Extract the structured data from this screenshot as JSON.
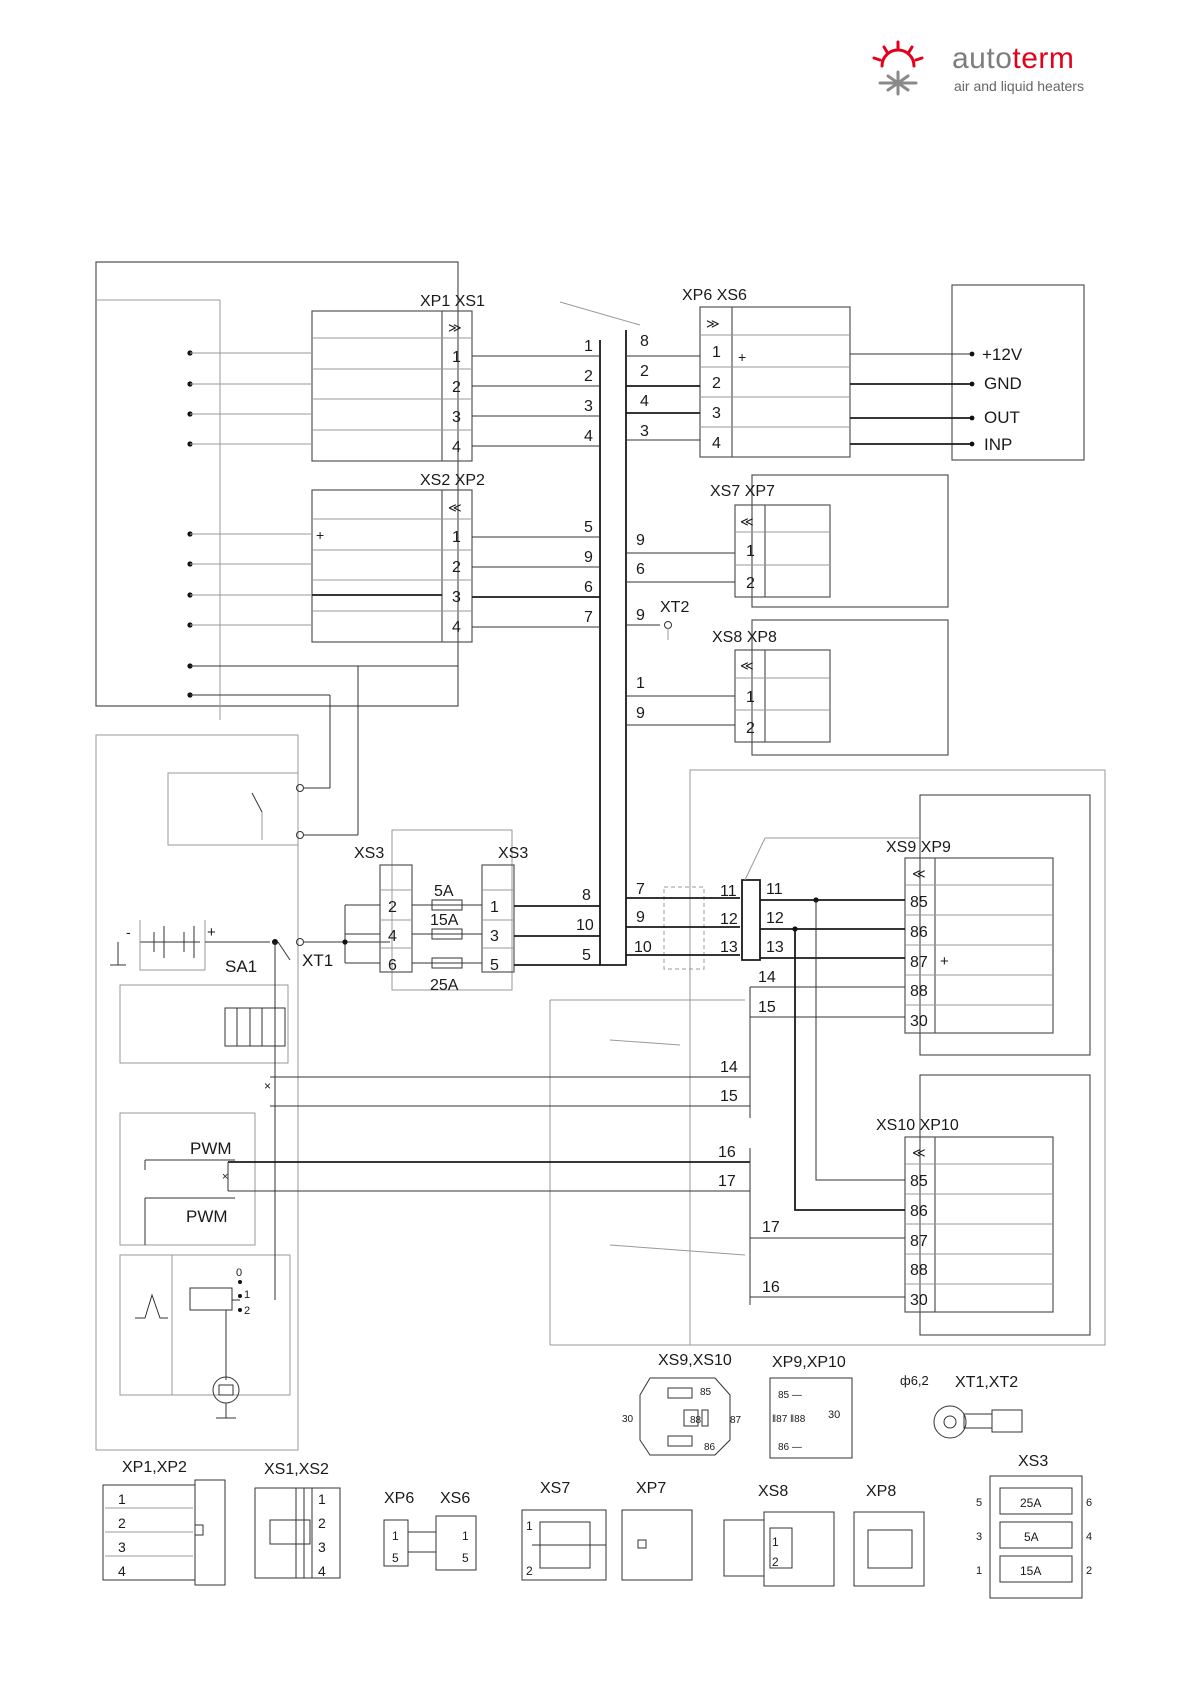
{
  "brand": {
    "name_part1": "auto",
    "name_part2": "term",
    "tagline": "air and liquid heaters",
    "accent_color": "#e2001a",
    "gray_color": "#7d7d7d",
    "logo_icon": "sun-snowflake-icon"
  },
  "connectors": {
    "xp1_xs1": "XP1 XS1",
    "xs2_xp2": "XS2 XP2",
    "xp6_xs6": "XP6 XS6",
    "xs7_xp7": "XS7 XP7",
    "xs8_xp8": "XS8 XP8",
    "xt2": "XT2",
    "xs3_left": "XS3",
    "xs3_right": "XS3",
    "xt1": "XT1",
    "sa1": "SA1",
    "xs9_xp9": "XS9 XP9",
    "xs10_xp10": "XS10 XP10"
  },
  "terminals": {
    "t12v": "+12V",
    "gnd": "GND",
    "out": "OUT",
    "inp": "INP"
  },
  "fuses": {
    "f5a": "5A",
    "f15a": "15A",
    "f25a": "25A"
  },
  "pwm": {
    "top": "PWM",
    "bottom": "PWM"
  },
  "legend": {
    "xs9_xs10": "XS9,XS10",
    "xp9_xp10": "XP9,XP10",
    "xt1_xt2": "XT1,XT2",
    "ring_size": "ф6,2",
    "xp1_xp2": "XP1,XP2",
    "xs1_xs2": "XS1,XS2",
    "xp6": "XP6",
    "xs6": "XS6",
    "xs7": "XS7",
    "xp7": "XP7",
    "xs8": "XS8",
    "xp8": "XP8",
    "xs3": "XS3"
  }
}
